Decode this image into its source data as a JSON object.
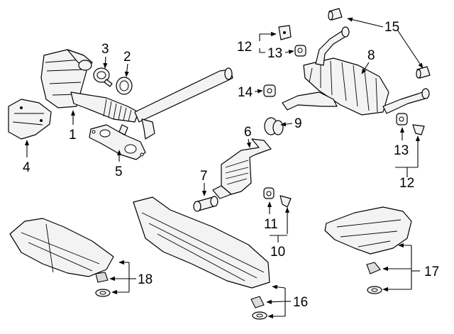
{
  "diagram": {
    "callouts": [
      {
        "key": "c1",
        "text": "1"
      },
      {
        "key": "c2",
        "text": "2"
      },
      {
        "key": "c3",
        "text": "3"
      },
      {
        "key": "c4",
        "text": "4"
      },
      {
        "key": "c5",
        "text": "5"
      },
      {
        "key": "c6",
        "text": "6"
      },
      {
        "key": "c7",
        "text": "7"
      },
      {
        "key": "c8",
        "text": "8"
      },
      {
        "key": "c9",
        "text": "9"
      },
      {
        "key": "c10",
        "text": "10"
      },
      {
        "key": "c11",
        "text": "11"
      },
      {
        "key": "c12a",
        "text": "12"
      },
      {
        "key": "c12b",
        "text": "12"
      },
      {
        "key": "c13a",
        "text": "13"
      },
      {
        "key": "c13b",
        "text": "13"
      },
      {
        "key": "c14",
        "text": "14"
      },
      {
        "key": "c15",
        "text": "15"
      },
      {
        "key": "c16",
        "text": "16"
      },
      {
        "key": "c17",
        "text": "17"
      },
      {
        "key": "c18",
        "text": "18"
      }
    ]
  }
}
